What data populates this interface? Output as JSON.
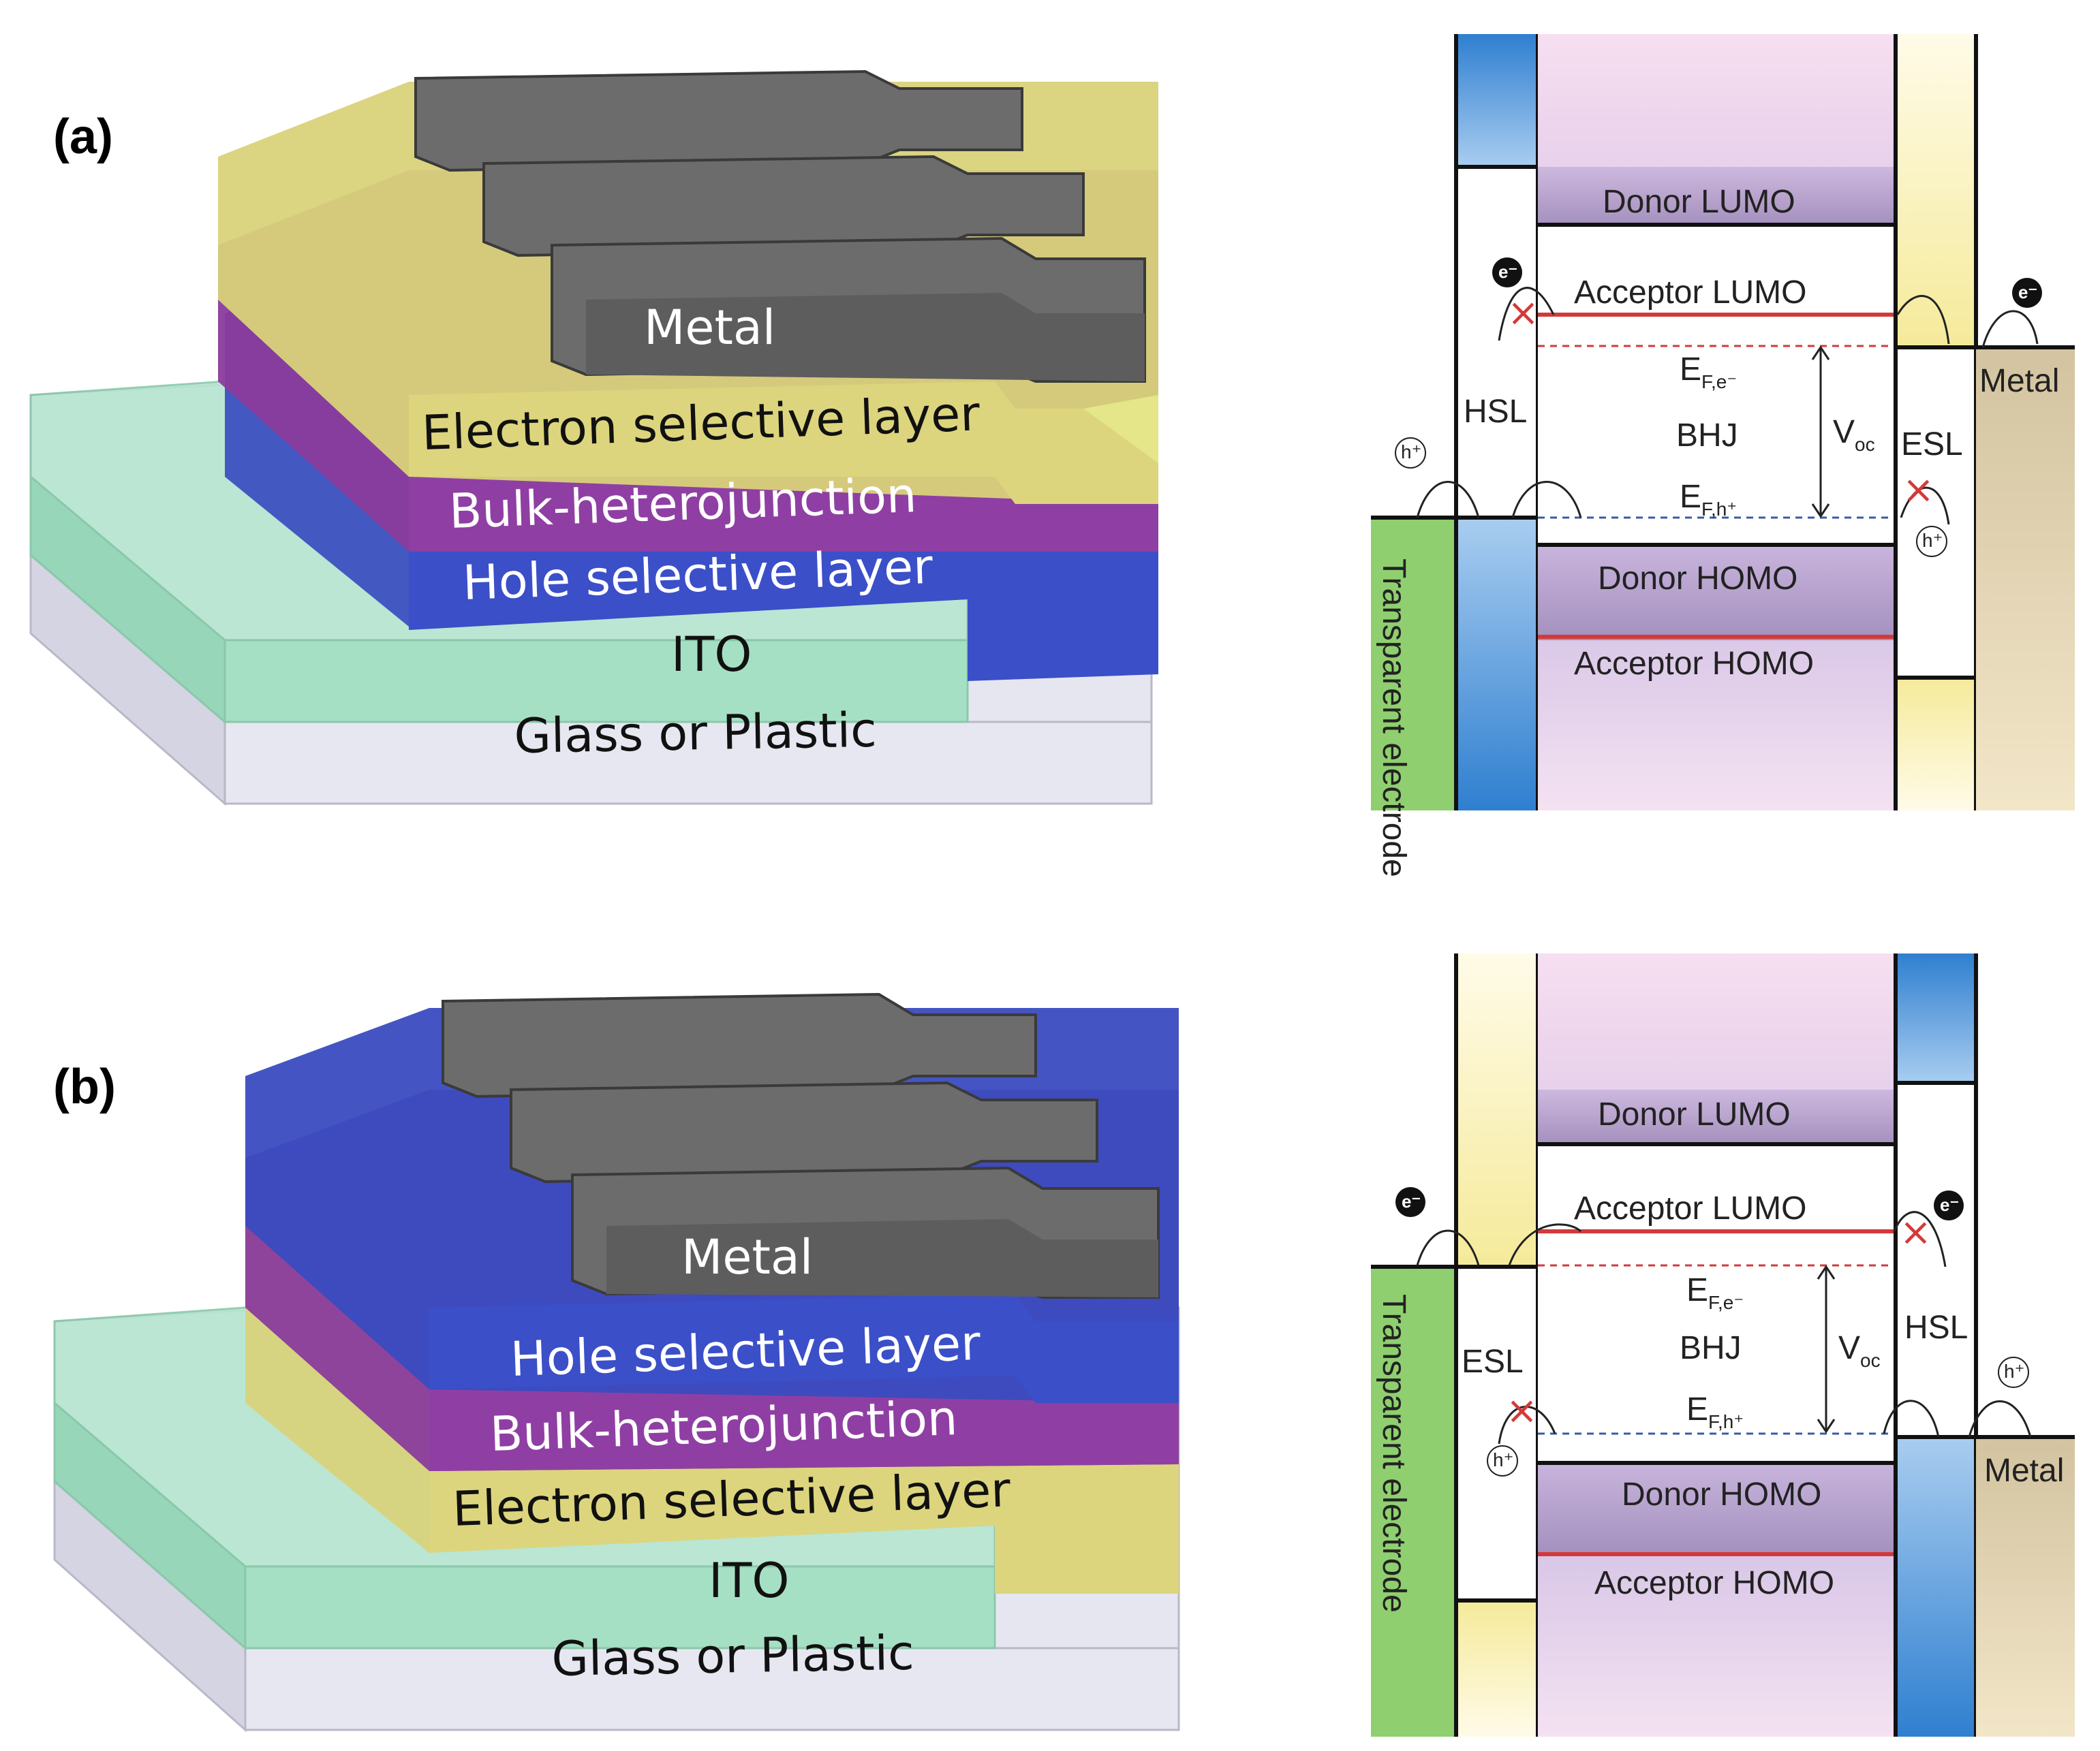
{
  "panels": [
    {
      "label": "(a)",
      "stack": {
        "metal": "Metal",
        "layer1": "Electron selective layer",
        "layer2": "Bulk-heterojunction",
        "layer3": "Hole selective layer",
        "ito": "ITO",
        "substrate": "Glass or Plastic"
      },
      "energy": {
        "left_electrode": "Transparent electrode",
        "left_layer": "HSL",
        "right_layer": "ESL",
        "right_electrode": "Metal",
        "donor_lumo": "Donor LUMO",
        "acceptor_lumo": "Acceptor LUMO",
        "donor_homo": "Donor HOMO",
        "acceptor_homo": "Acceptor HOMO",
        "efe": "E",
        "efe_sub": "F,e⁻",
        "bhj": "BHJ",
        "voc": "V",
        "voc_sub": "oc",
        "efh": "E",
        "efh_sub": "F,h⁺",
        "electron": "e⁻",
        "hole": "h⁺"
      }
    },
    {
      "label": "(b)",
      "stack": {
        "metal": "Metal",
        "layer1": "Hole selective layer",
        "layer2": "Bulk-heterojunction",
        "layer3": "Electron selective layer",
        "ito": "ITO",
        "substrate": "Glass or Plastic"
      },
      "energy": {
        "left_electrode": "Transparent electrode",
        "left_layer": "ESL",
        "right_layer": "HSL",
        "right_electrode": "Metal",
        "donor_lumo": "Donor LUMO",
        "acceptor_lumo": "Acceptor LUMO",
        "donor_homo": "Donor HOMO",
        "acceptor_homo": "Acceptor HOMO",
        "efe": "E",
        "efe_sub": "F,e⁻",
        "bhj": "BHJ",
        "voc": "V",
        "voc_sub": "oc",
        "efh": "E",
        "efh_sub": "F,h⁺",
        "electron": "e⁻",
        "hole": "h⁺"
      }
    }
  ],
  "colors": {
    "metal_top": "#7a7a7a",
    "metal_front": "#5a5a5a",
    "metal_side": "#6a6a6a",
    "esl": "#d9d27a",
    "bhj": "#8a3c9c",
    "hsl": "#3a4cc0",
    "ito": "#9fdcc0",
    "glass": "#e3e3ee",
    "transparent_electrode": "#8fcf6f",
    "metal_electrode": "#d8c8a0"
  }
}
